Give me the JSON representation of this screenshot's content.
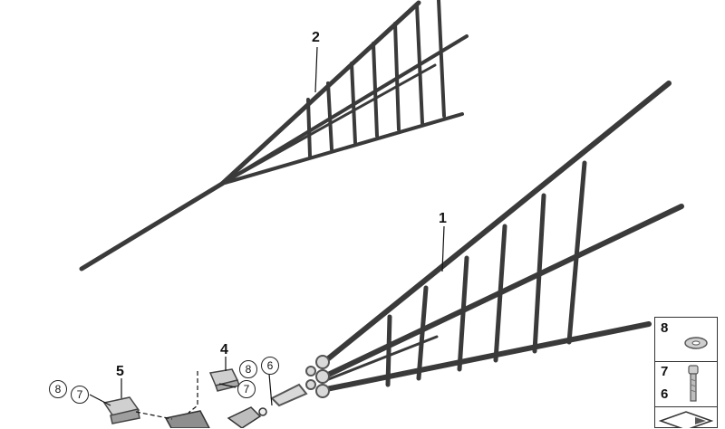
{
  "callouts": {
    "part_1": "1",
    "part_2": "2",
    "part_4": "4",
    "part_5": "5",
    "part_6": "6",
    "part_7a": "7",
    "part_7b": "7",
    "part_8a": "8",
    "part_8b": "8"
  },
  "legend": {
    "item_8": "8",
    "item_7": "7",
    "item_6": "6"
  },
  "icons": {
    "washer": "washer-icon",
    "screw": "screw-icon",
    "arrow": "arrow-icon"
  },
  "colors": {
    "net": "#3a3a3a",
    "line": "#111111"
  }
}
